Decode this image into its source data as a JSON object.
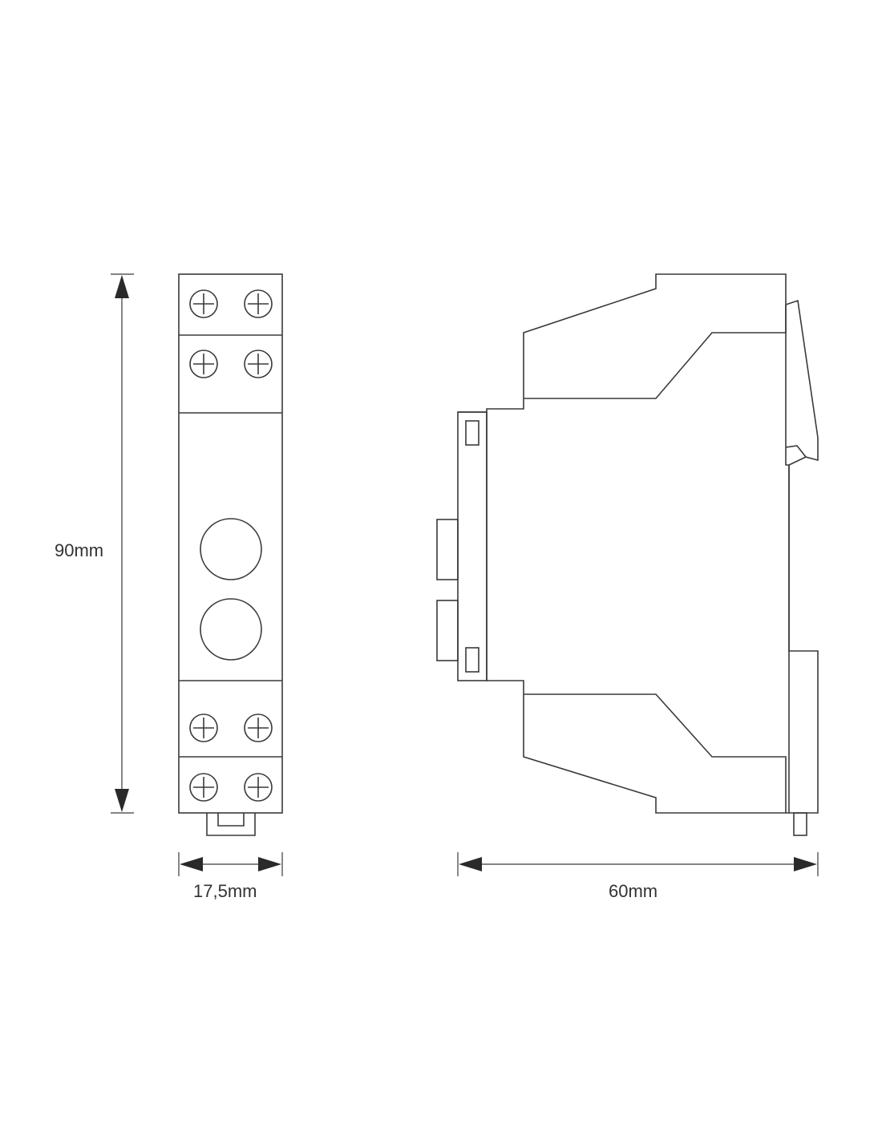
{
  "dimensions": {
    "height": "90mm",
    "front_width": "17,5mm",
    "depth": "60mm"
  },
  "colors": {
    "line": "#3a3a3a",
    "text": "#333333",
    "background": "#ffffff"
  }
}
